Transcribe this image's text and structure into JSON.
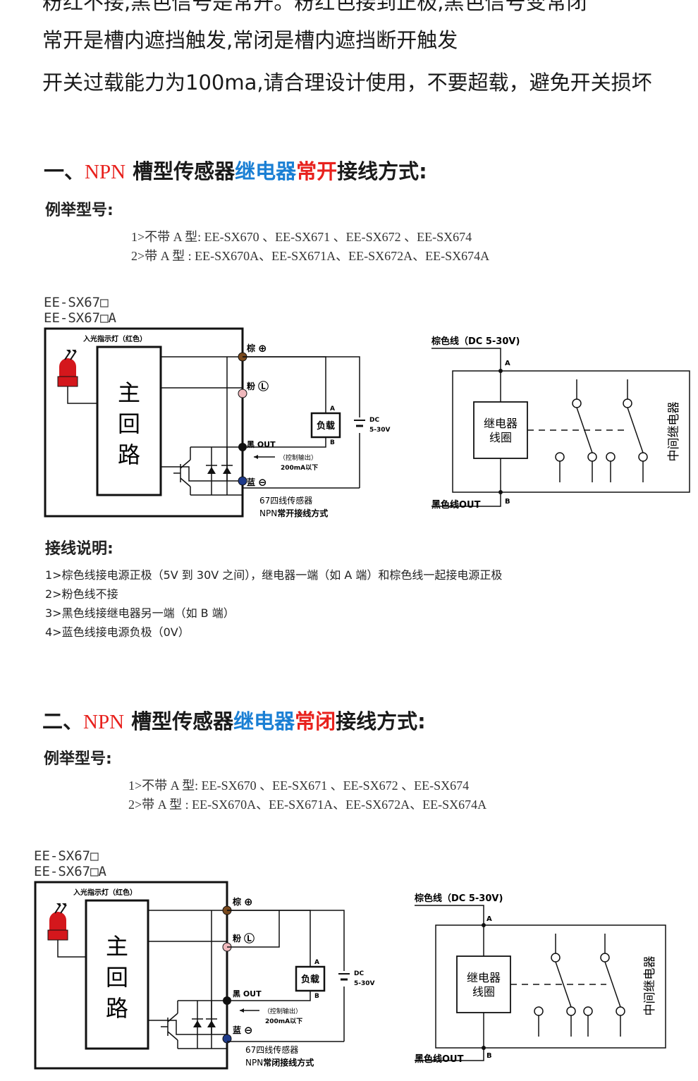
{
  "intro": {
    "line0": "粉红不接,黑色信号是常开。粉红色接到正极,黑色信号变常闭",
    "line1": "常开是槽内遮挡触发,常闭是槽内遮挡断开触发",
    "line2": "开关过载能力为100ma,请合理设计使用，不要超载，避免开关损坏"
  },
  "sections": [
    {
      "title": {
        "prefix": "一、",
        "npn": "NPN",
        "mid": " 槽型传感器",
        "relay": "继电器",
        "mode": "常开",
        "suffix": "接线方式:"
      },
      "models_label": "例举型号:",
      "models": [
        "1>不带 A 型: EE-SX670 、EE-SX671 、EE-SX672 、EE-SX674",
        "2>带 A 型  : EE-SX670A、EE-SX671A、EE-SX672A、EE-SX674A"
      ],
      "diagram": {
        "model1": "EE-SX67□",
        "model2": "EE-SX67□A",
        "indicator": "入光指示灯（红色）",
        "main_loop": [
          "主",
          "回",
          "路"
        ],
        "brown": "棕",
        "pink": "粉",
        "black_out": "黑 OUT",
        "blue": "蓝",
        "load": "负载",
        "a": "A",
        "b": "B",
        "dc": "DC",
        "dc_range": "5-30V",
        "ctrl_out": "（控制输出）",
        "ctrl_current": "200mA以下",
        "caption1": "67四线传感器",
        "caption2_prefix": "NPN",
        "caption2_bold": "常开接线方式"
      },
      "relay": {
        "brown_wire": "棕色线（DC 5-30V)",
        "a": "A",
        "coil1": "继电器",
        "coil2": "线圈",
        "label": "中间继电器",
        "black_wire": "黑色线OUT",
        "b": "B"
      },
      "notes_label": "接线说明:",
      "notes": [
        "1>棕色线接电源正极（5V 到 30V 之间），继电器一端（如 A 端）和棕色线一起接电源正极",
        "2>粉色线不接",
        "3>黑色线接继电器另一端（如 B 端）",
        "4>蓝色线接电源负极（0V）"
      ]
    },
    {
      "title": {
        "prefix": "二、",
        "npn": "NPN",
        "mid": " 槽型传感器",
        "relay": "继电器",
        "mode": "常闭",
        "suffix": "接线方式:"
      },
      "models_label": "例举型号:",
      "models": [
        "1>不带 A 型: EE-SX670 、EE-SX671 、EE-SX672 、EE-SX674",
        "2>带 A 型  : EE-SX670A、EE-SX671A、EE-SX672A、EE-SX674A"
      ],
      "diagram": {
        "model1": "EE-SX67□",
        "model2": "EE-SX67□A",
        "indicator": "入光指示灯（红色）",
        "main_loop": [
          "主",
          "回",
          "路"
        ],
        "brown": "棕",
        "pink": "粉",
        "black_out": "黑 OUT",
        "blue": "蓝",
        "load": "负载",
        "a": "A",
        "b": "B",
        "dc": "DC",
        "dc_range": "5-30V",
        "ctrl_out": "（控制输出）",
        "ctrl_current": "200mA以下",
        "caption1": "67四线传感器",
        "caption2_prefix": "NPN",
        "caption2_bold": "常闭接线方式"
      },
      "relay": {
        "brown_wire": "棕色线（DC 5-30V)",
        "a": "A",
        "coil1": "继电器",
        "coil2": "线圈",
        "label": "中间继电器",
        "black_wire": "黑色线OUT",
        "b": "B"
      }
    }
  ],
  "colors": {
    "red": "#e8211d",
    "blue": "#1a7fd4",
    "brown": "#7a4a1e",
    "pink": "#f0b8bc",
    "wire_blue": "#1e3a8a",
    "led_red": "#d4171c"
  }
}
